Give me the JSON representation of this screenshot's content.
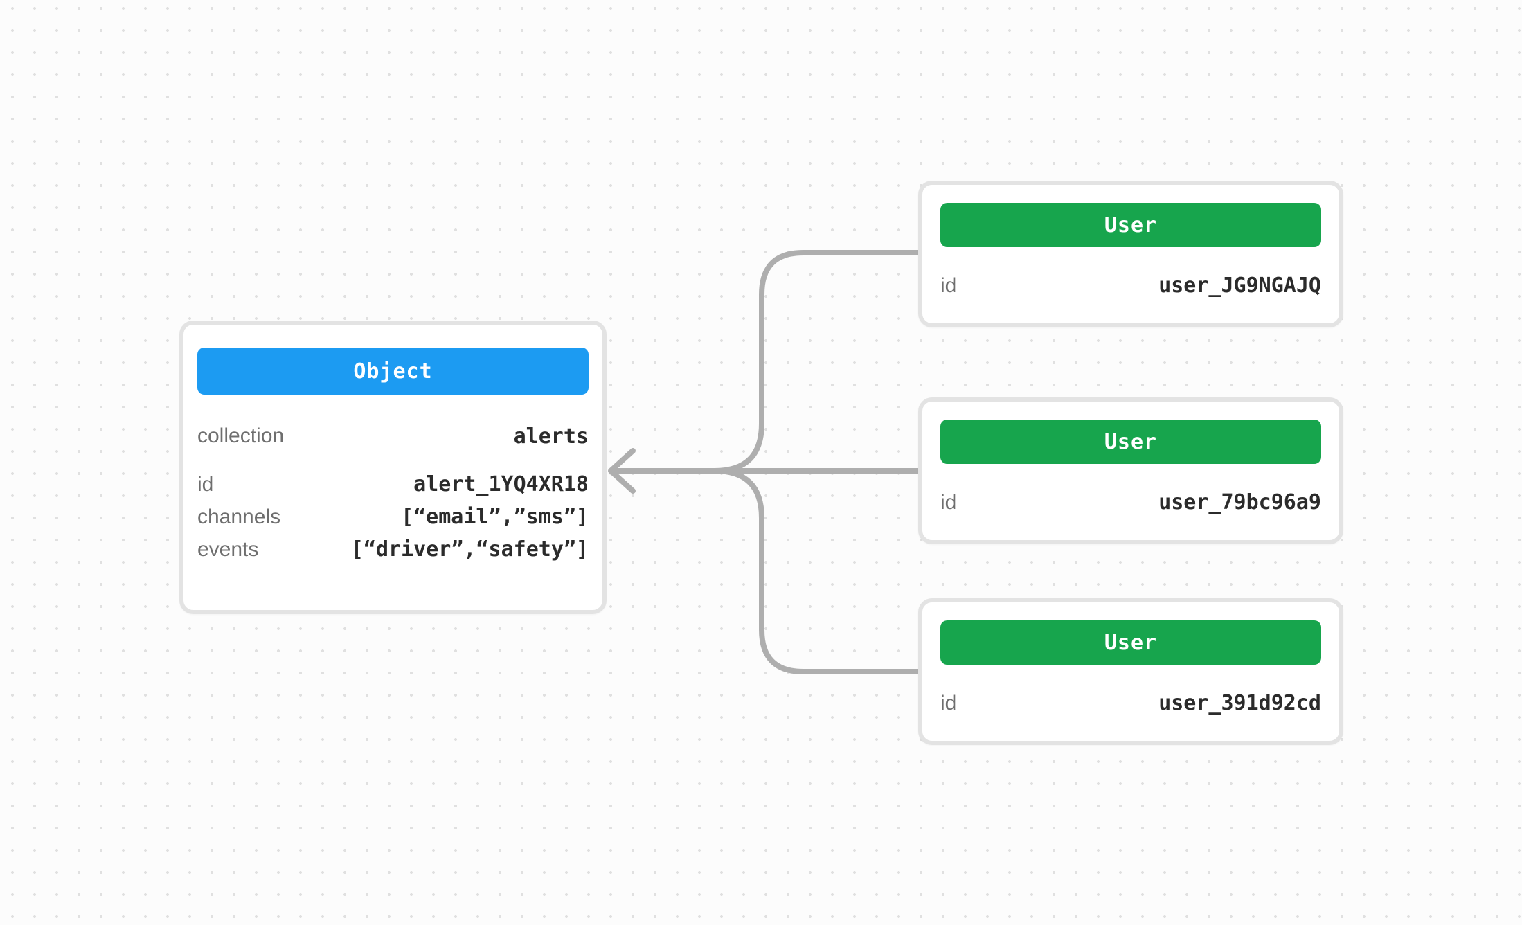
{
  "canvas": {
    "background_color": "#FCFCFC",
    "dot_grid_color": "#E0E0E0"
  },
  "connector": {
    "color": "#AEAEAE",
    "arrow_direction": "users-to-object"
  },
  "object_card": {
    "header": "Object",
    "header_color": "#1C9BF2",
    "primary_rows": [
      {
        "label": "collection",
        "value": "alerts"
      }
    ],
    "secondary_rows": [
      {
        "label": "id",
        "value": "alert_1YQ4XR18"
      },
      {
        "label": "channels",
        "value": "[“email”,”sms”]"
      },
      {
        "label": "events",
        "value": "[“driver”,“safety”]"
      }
    ]
  },
  "user_cards": [
    {
      "header": "User",
      "header_color": "#17A54D",
      "rows": [
        {
          "label": "id",
          "value": "user_JG9NGAJQ"
        }
      ]
    },
    {
      "header": "User",
      "header_color": "#17A54D",
      "rows": [
        {
          "label": "id",
          "value": "user_79bc96a9"
        }
      ]
    },
    {
      "header": "User",
      "header_color": "#17A54D",
      "rows": [
        {
          "label": "id",
          "value": "user_391d92cd"
        }
      ]
    }
  ]
}
